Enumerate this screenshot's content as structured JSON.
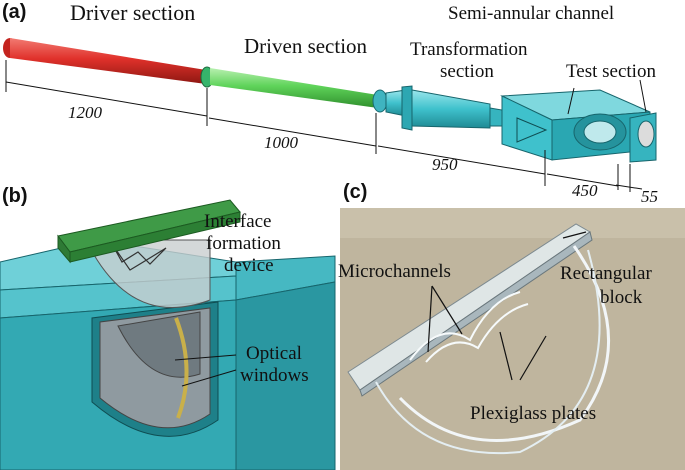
{
  "panel_a": {
    "tag": "(a)",
    "labels": {
      "driver": "Driver section",
      "driven": "Driven section",
      "transformation_1": "Transformation",
      "transformation_2": "section",
      "semi_annular": "Semi-annular channel",
      "test": "Test section"
    },
    "dimensions": [
      "1200",
      "1000",
      "950",
      "450",
      "55"
    ],
    "colors": {
      "driver": "#e0312b",
      "driven": "#5fd35a",
      "steel": "#3fc1cc"
    }
  },
  "panel_b": {
    "tag": "(b)",
    "labels": {
      "device_1": "Interface",
      "device_2": "formation",
      "device_3": "device",
      "optical_1": "Optical",
      "optical_2": "windows"
    },
    "colors": {
      "block": "#2fb6bf",
      "device": "#2e8b3a"
    }
  },
  "panel_c": {
    "tag": "(c)",
    "labels": {
      "microchannels": "Microchannels",
      "rect_1": "Rectangular",
      "rect_2": "block",
      "plates": "Plexiglass plates"
    },
    "colors": {
      "background": "#bfb59e"
    }
  }
}
